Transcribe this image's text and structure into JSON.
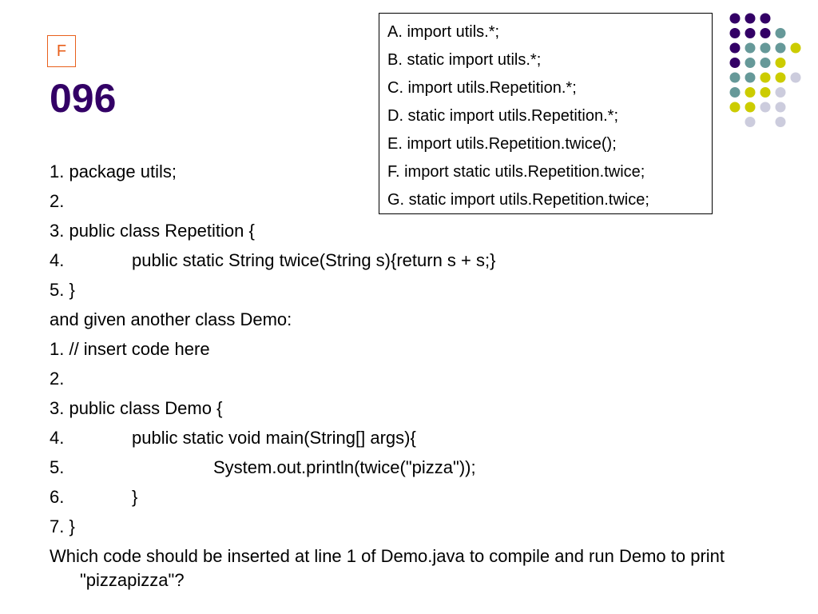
{
  "answer_badge": "F",
  "slide_number": "096",
  "options": [
    "A. import utils.*;",
    "B. static import utils.*;",
    "C. import utils.Repetition.*;",
    "D. static import utils.Repetition.*;",
    "E. import utils.Repetition.twice();",
    "F. import static utils.Repetition.twice;",
    "G. static import utils.Repetition.twice;"
  ],
  "lines": [
    {
      "num": "1. package utils;",
      "text": "",
      "level": 0
    },
    {
      "num": "2.",
      "text": "",
      "level": 0
    },
    {
      "num": "3. public class Repetition {",
      "text": "",
      "level": 0
    },
    {
      "num": "4.",
      "text": "public static String twice(String s){return s + s;}",
      "level": 1
    },
    {
      "num": "5. }",
      "text": "",
      "level": 0
    },
    {
      "num": "and given another class Demo:",
      "text": "",
      "level": 0
    },
    {
      "num": "1. // insert code here",
      "text": "",
      "level": 0
    },
    {
      "num": "2.",
      "text": "",
      "level": 0
    },
    {
      "num": "3. public class Demo {",
      "text": "",
      "level": 0
    },
    {
      "num": "4.",
      "text": "public static void main(String[] args){",
      "level": 1
    },
    {
      "num": "5.",
      "text": "System.out.println(twice(\"pizza\"));",
      "level": 2
    },
    {
      "num": "6.",
      "text": "}",
      "level": 1
    },
    {
      "num": "7. }",
      "text": "",
      "level": 0
    }
  ],
  "question": "Which code should be inserted at line 1 of Demo.java to compile and run Demo to print \"pizzapizza\"?",
  "colors": {
    "accent_orange": "#e8601c",
    "title_purple": "#330066",
    "dot_purple": "#330066",
    "dot_teal": "#669999",
    "dot_yellow": "#cccc00",
    "dot_lavender": "#ccccdd"
  }
}
